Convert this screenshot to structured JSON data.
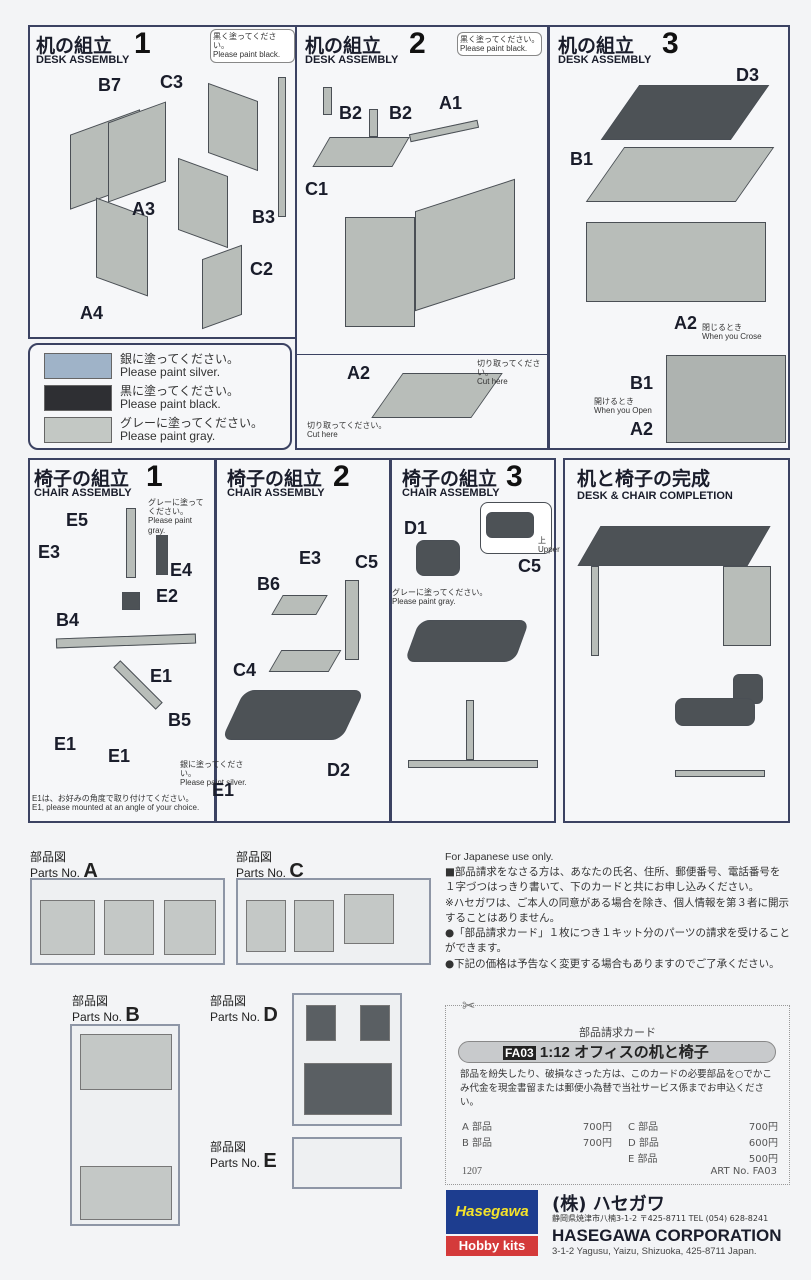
{
  "desk1": {
    "jp": "机の組立",
    "en": "DESK ASSEMBLY",
    "num": "1",
    "labels": [
      "B7",
      "C3",
      "A3",
      "B3",
      "C2",
      "A4"
    ],
    "note_jp": "黒く塗ってください。",
    "note_en": "Please paint black."
  },
  "desk2": {
    "jp": "机の組立",
    "en": "DESK ASSEMBLY",
    "num": "2",
    "labels": [
      "B2",
      "B2",
      "A1",
      "C1"
    ],
    "note_jp": "黒く塗ってください。",
    "note_en": "Please paint black."
  },
  "desk3": {
    "jp": "机の組立",
    "en": "DESK ASSEMBLY",
    "num": "3",
    "labels": [
      "D3",
      "B1",
      "A2",
      "B1",
      "A2"
    ],
    "close_jp": "閉じるとき",
    "close_en": "When you Crose",
    "open_jp": "開けるとき",
    "open_en": "When you Open"
  },
  "legend": [
    {
      "jp": "銀に塗ってください。",
      "en": "Please paint silver.",
      "color": "#9fb3c8"
    },
    {
      "jp": "黒に塗ってください。",
      "en": "Please paint black.",
      "color": "#2e2f33"
    },
    {
      "jp": "グレーに塗ってください。",
      "en": "Please paint gray.",
      "color": "#c3c8c4"
    }
  ],
  "cut": {
    "label": "A2",
    "jp": "切り取ってください。",
    "en": "Cut here"
  },
  "chair1": {
    "jp": "椅子の組立",
    "en": "CHAIR ASSEMBLY",
    "num": "1",
    "labels": [
      "E5",
      "E3",
      "E4",
      "E2",
      "B4",
      "E1",
      "E1",
      "B5",
      "E1",
      "E1"
    ],
    "gray_jp": "グレーに塗って ください。",
    "gray_en": "Please paint gray.",
    "silver_jp": "銀に塗ってください。",
    "silver_en": "Please paint silver.",
    "angle_jp": "E1は、お好みの角度で取り付けてください。",
    "angle_en": "E1, please mounted at an angle of your choice."
  },
  "chair2": {
    "jp": "椅子の組立",
    "en": "CHAIR ASSEMBLY",
    "num": "2",
    "labels": [
      "E3",
      "C5",
      "B6",
      "C4",
      "D2"
    ]
  },
  "chair3": {
    "jp": "椅子の組立",
    "en": "CHAIR ASSEMBLY",
    "num": "3",
    "labels": [
      "D1",
      "C5"
    ],
    "gray_jp": "グレーに塗ってください。",
    "gray_en": "Please paint gray.",
    "up_jp": "上",
    "up_en": "Upper"
  },
  "completion": {
    "jp": "机と椅子の完成",
    "en": "DESK & CHAIR COMPLETION"
  },
  "parts": [
    {
      "jp": "部品図",
      "en": "Parts No.",
      "letter": "A"
    },
    {
      "jp": "部品図",
      "en": "Parts No.",
      "letter": "C"
    },
    {
      "jp": "部品図",
      "en": "Parts No.",
      "letter": "B"
    },
    {
      "jp": "部品図",
      "en": "Parts No.",
      "letter": "D"
    },
    {
      "jp": "部品図",
      "en": "Parts No.",
      "letter": "E"
    }
  ],
  "info": {
    "title": "For Japanese use only.",
    "p1": "■部品請求をなさる方は、あなたの氏名、住所、郵便番号、電話番号を１字づつはっきり書いて、下のカードと共にお申し込みください。",
    "p2": "※ハセガワは、ご本人の同意がある場合を除き、個人情報を第３者に開示することはありません。",
    "p3": "●「部品請求カード」１枚につき１キット分のパーツの請求を受けることができます。",
    "p4": "●下記の価格は予告なく変更する場合もありますのでご了承ください。"
  },
  "card": {
    "heading": "部品請求カード",
    "code": "FA03",
    "scale": "1:12",
    "name": "オフィスの机と椅子",
    "desc": "部品を紛失したり、破損なさった方は、このカードの必要部品を○でかこみ代金を現金書留または郵便小為替で当社サービス係までお申込ください。",
    "prices": [
      {
        "part": "A 部品",
        "price": "700円"
      },
      {
        "part": "B 部品",
        "price": "700円"
      },
      {
        "part": "C 部品",
        "price": "700円"
      },
      {
        "part": "D 部品",
        "price": "600円"
      },
      {
        "part": "E 部品",
        "price": "500円"
      }
    ],
    "num": "1207",
    "art": "ART No. FA03"
  },
  "company": {
    "logo": "Hasegawa",
    "hobby": "Hobby kits",
    "jp": "(株) ハセガワ",
    "addr_jp": "静岡県焼津市八楠3-1-2 〒425-8711 TEL (054) 628-8241",
    "en": "HASEGAWA CORPORATION",
    "addr_en": "3-1-2 Yagusu, Yaizu, Shizuoka, 425-8711 Japan."
  }
}
